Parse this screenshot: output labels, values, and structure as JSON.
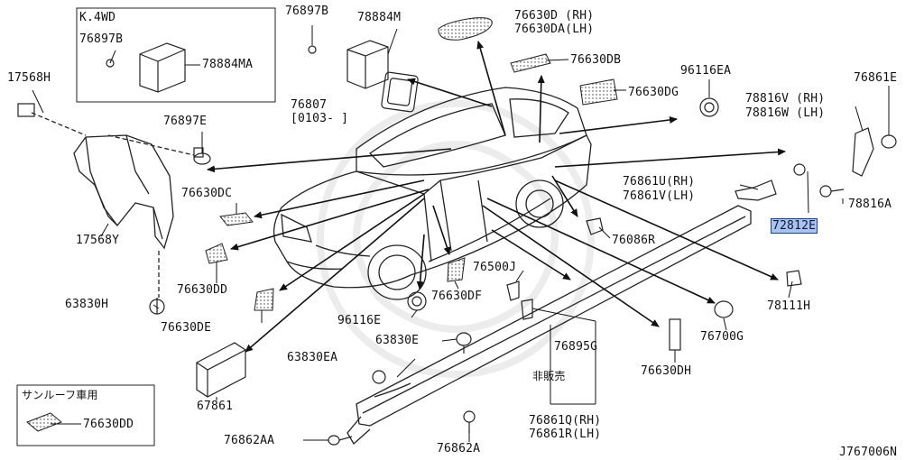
{
  "diagram_id": "J767006N",
  "inset_4wd": {
    "title": "K.4WD",
    "labels": [
      "76897B",
      "78884MA"
    ]
  },
  "inset_sunroof": {
    "title": "サンルーフ車用",
    "label": "76630DD"
  },
  "highlight_color": "#a9c3ee",
  "parts": {
    "p17568H": "17568H",
    "p76897B": "76897B",
    "p78884M": "78884M",
    "p76630D": "76630D (RH)",
    "p76630DA": "76630DA(LH)",
    "p76630DB": "76630DB",
    "p96116EA": "96116EA",
    "p76861E": "76861E",
    "p76807": "76807",
    "p0103": "[0103-    ]",
    "p76630DG": "76630DG",
    "p78816V": "78816V (RH)",
    "p78816W": "78816W (LH)",
    "p76897E": "76897E",
    "p76630DC": "76630DC",
    "p17568Y": "17568Y",
    "p76861U": "76861U(RH)",
    "p76861V": "76861V(LH)",
    "p78816A": "78816A",
    "p72812E": "72812E",
    "p76086R": "76086R",
    "p76630DD": "76630DD",
    "p78111H": "78111H",
    "p63830H": "63830H",
    "p76500J": "76500J",
    "p76630DF": "76630DF",
    "p96116E": "96116E",
    "p76630DE": "76630DE",
    "p76700G": "76700G",
    "p63830E": "63830E",
    "p76895G": "76895G",
    "p63830EA": "63830EA",
    "p76630DH": "76630DH",
    "p_hihanbai": "非販売",
    "p67861": "67861",
    "p76861Q": "76861Q(RH)",
    "p76861R": "76861R(LH)",
    "p76862AA": "76862AA",
    "p76862A": "76862A"
  }
}
